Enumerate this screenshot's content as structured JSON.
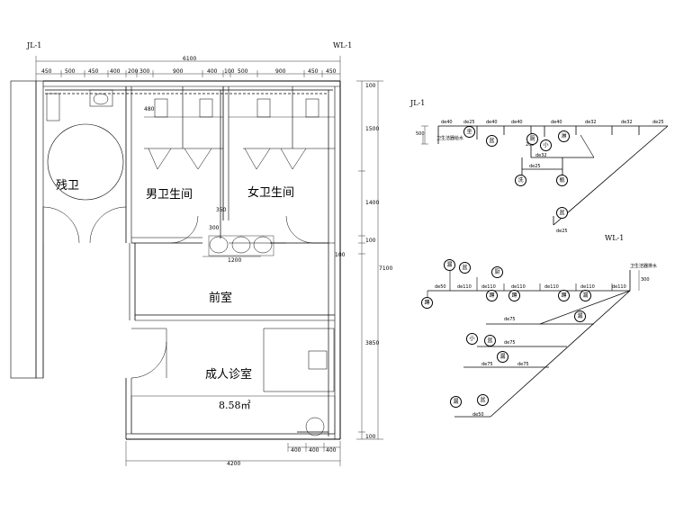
{
  "plan": {
    "tags": {
      "jl": "JL-1",
      "wl": "WL-1"
    },
    "rooms": {
      "disabled_wc": "残卫",
      "mens_wc": "男卫生间",
      "womens_wc": "女卫生间",
      "anteroom": "前室",
      "adult_clinic": "成人诊室",
      "area": "8.58㎡"
    },
    "dims_top": [
      "450",
      "500",
      "450",
      "400",
      "200",
      "300",
      "900",
      "400",
      "100",
      "500",
      "900",
      "450",
      "450"
    ],
    "dim_total_top": "6100",
    "dims_right": [
      "1500",
      "1400",
      "100",
      "7100",
      "3850"
    ],
    "dims_right_small": [
      "100",
      "100",
      "100"
    ],
    "dims_bottom": [
      "400",
      "400",
      "400"
    ],
    "dim_total_bottom": "4200",
    "dim_1200": "1200",
    "dim_480": "480",
    "dim_350": "350",
    "dim_300": "300"
  },
  "axo_jl": {
    "tag": "JL-1",
    "note": "卫生洁器给水",
    "dim_500": "500",
    "dim_200": "200",
    "pipe_labels": [
      "de40",
      "de25",
      "de40",
      "de40",
      "de40",
      "de32",
      "de32",
      "de25",
      "de32",
      "de25",
      "de25"
    ],
    "fixtures": [
      "坐",
      "盆",
      "厕",
      "小",
      "淋",
      "洗",
      "瓶",
      "盆"
    ]
  },
  "axo_wl": {
    "tag": "WL-1",
    "note": "卫生洁器排水",
    "dim_300": "300",
    "pipe_labels": [
      "de50",
      "de110",
      "de110",
      "de110",
      "de110",
      "de110",
      "de110",
      "de75",
      "de75",
      "de75",
      "de75",
      "de50"
    ],
    "fixtures": [
      "漏",
      "盆",
      "厨",
      "蹲",
      "蹲",
      "蹲",
      "蹲",
      "漏",
      "漏",
      "小",
      "盆",
      "漏",
      "漏",
      "盆"
    ]
  }
}
